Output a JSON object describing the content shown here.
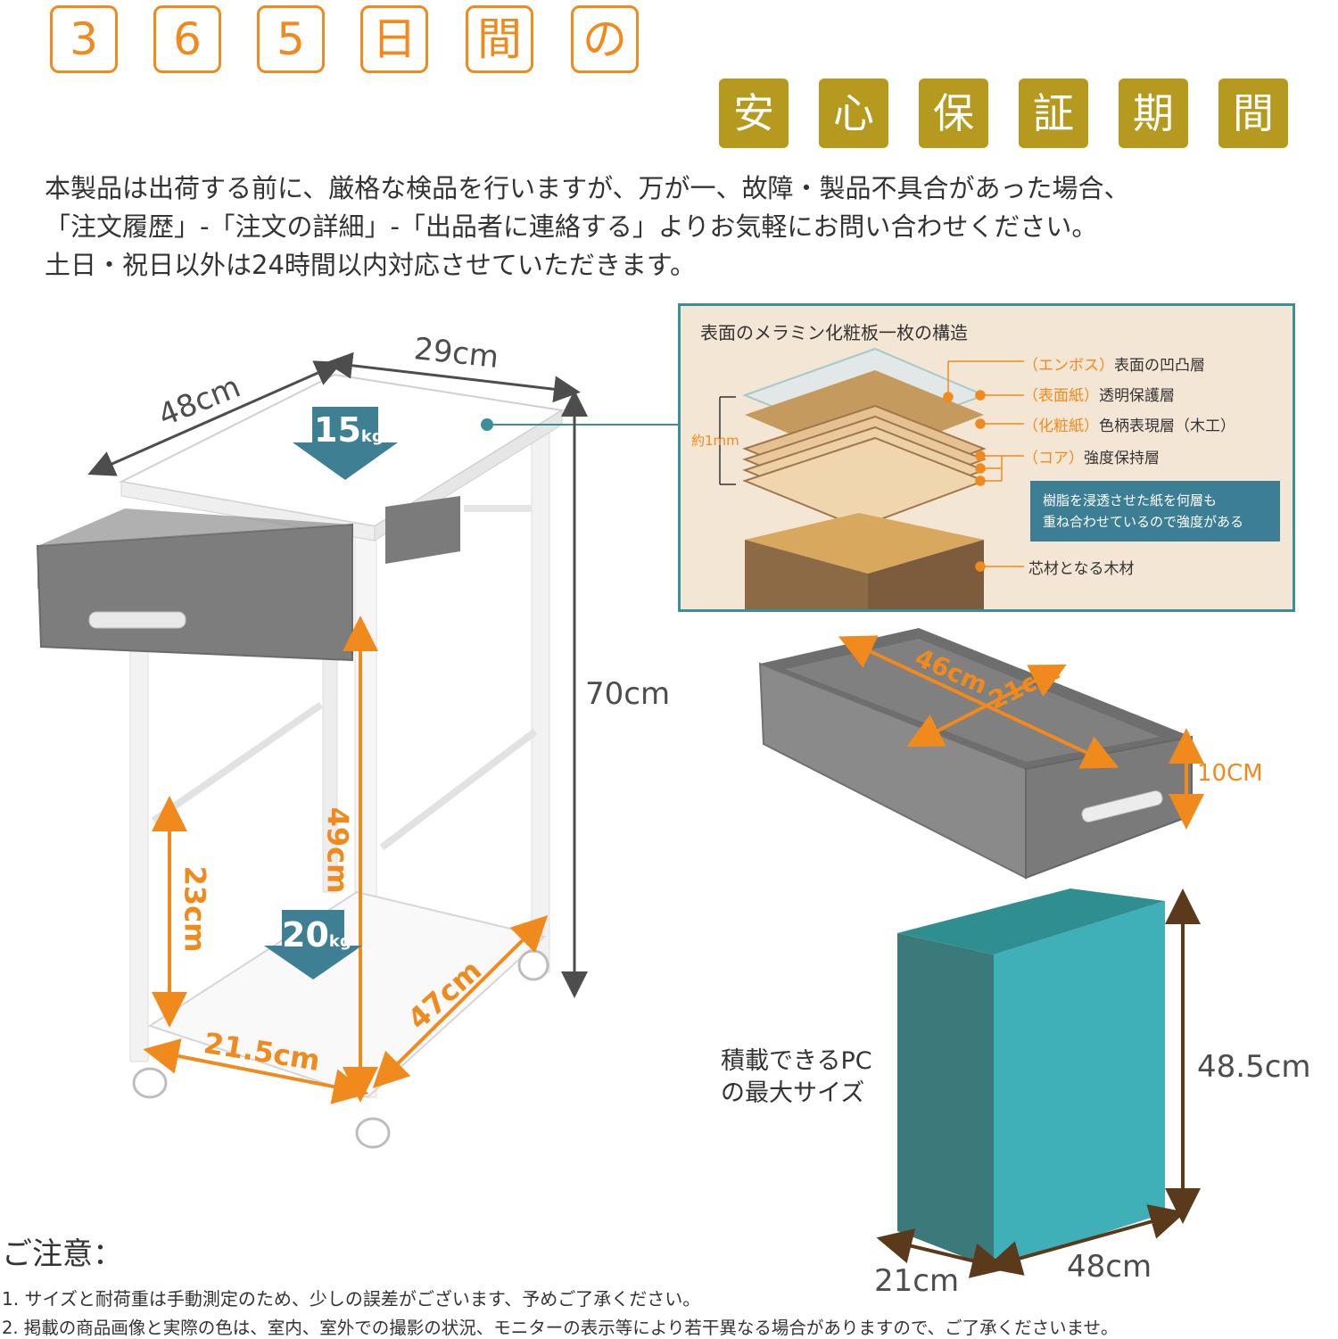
{
  "title": {
    "boxes": [
      "3",
      "6",
      "5",
      "日",
      "間",
      "の"
    ],
    "badges": [
      "安",
      "心",
      "保",
      "証",
      "期",
      "間"
    ]
  },
  "intro": {
    "line1": "本製品は出荷する前に、厳格な検品を行いますが、万が一、故障・製品不具合があった場合、",
    "line2": "「注文履歴」-「注文の詳細」-「出品者に連絡する」よりお気軽にお問い合わせください。",
    "line3": "土日・祝日以外は24時間以内対応させていただきます。"
  },
  "table": {
    "depth": "48cm",
    "width": "29cm",
    "height": "70cm",
    "top_load_value": "15",
    "top_load_unit": "kg",
    "bottom_load_value": "20",
    "bottom_load_unit": "kg",
    "inner_height": "49cm",
    "shelf_gap": "23cm",
    "shelf_width": "21.5cm",
    "shelf_depth": "47cm"
  },
  "layers": {
    "title": "表面のメラミン化粧板一枚の構造",
    "thickness": "約1mm",
    "items": [
      {
        "tag": "（エンボス）",
        "desc": "表面の凹凸層"
      },
      {
        "tag": "（表面紙）",
        "desc": "透明保護層"
      },
      {
        "tag": "（化粧紙）",
        "desc": "色柄表現層（木工）"
      },
      {
        "tag": "（コア）",
        "desc": "強度保持層"
      }
    ],
    "note_line1": "樹脂を浸透させた紙を何層も",
    "note_line2": "重ね合わせているので強度がある",
    "core": "芯材となる木材"
  },
  "drawer": {
    "length": "46cm",
    "width": "21cm",
    "height": "10CM"
  },
  "pc": {
    "label_line1": "積載できるPC",
    "label_line2": "の最大サイズ",
    "height": "48.5cm",
    "width": "21cm",
    "depth": "48cm"
  },
  "caution": {
    "title": "ご注意：",
    "item1": "1. サイズと耐荷重は手動測定のため、少しの誤差がございます、予めご了承ください。",
    "item2": "2. 掲載の商品画像と実際の色は、室内、室外での撮影の状況、モニターの表示等により若干異なる場合がありますので、ご了承くださいませ。"
  },
  "colors": {
    "orange": "#f08a1c",
    "gold": "#b59a1f",
    "teal": "#3c8f9a",
    "brown": "#5a3a1a",
    "gray": "#808080"
  }
}
